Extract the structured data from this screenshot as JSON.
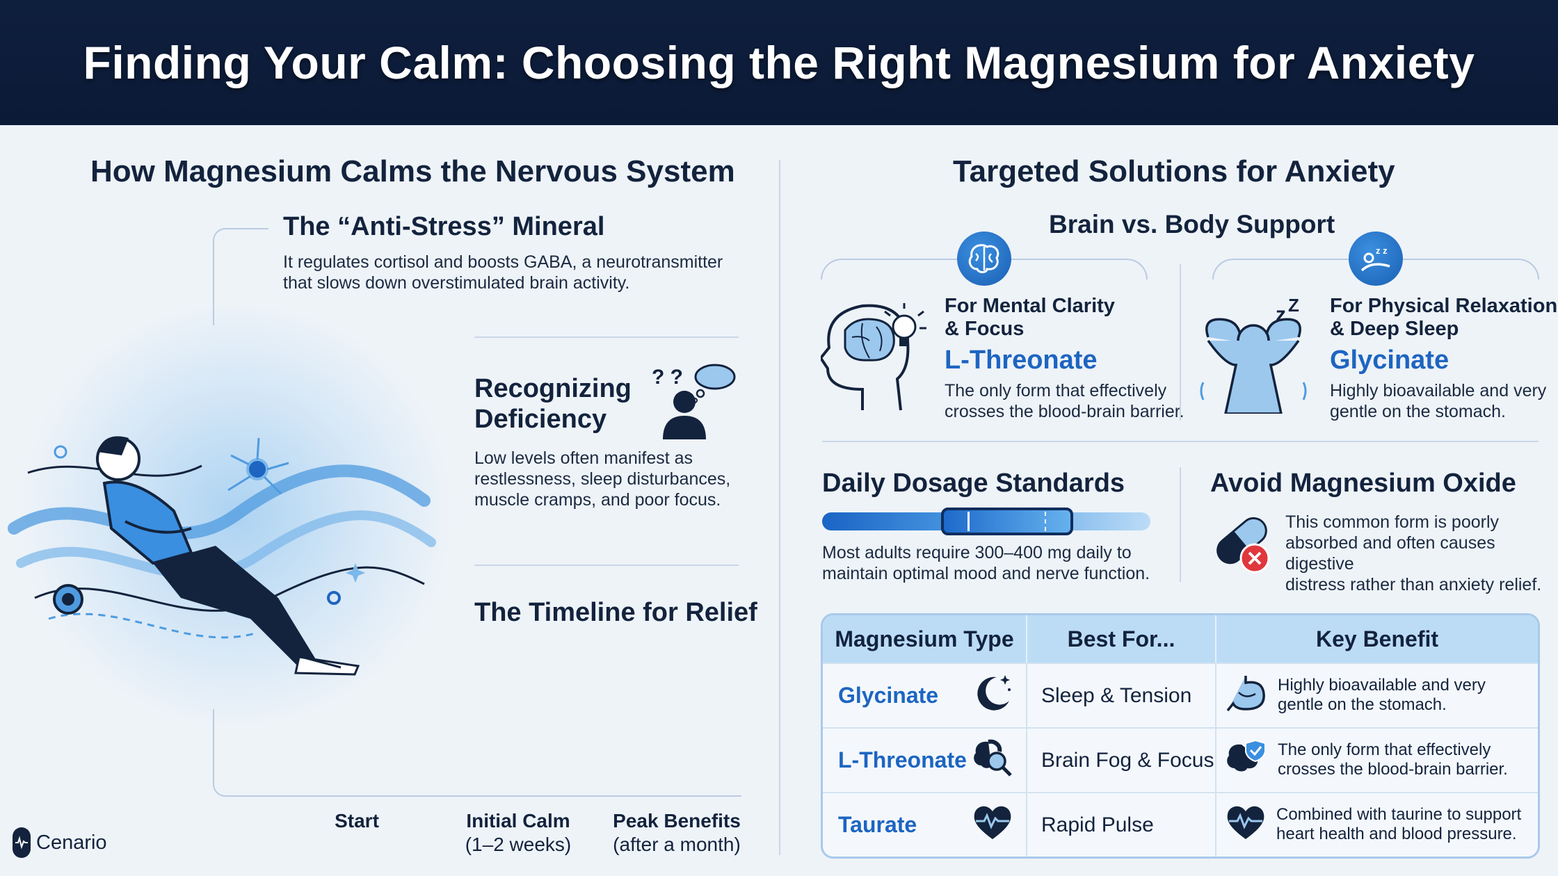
{
  "header": {
    "title": "Finding Your Calm: Choosing the Right Magnesium for Anxiety"
  },
  "left": {
    "heading": "How Magnesium Calms the Nervous System",
    "anti_stress": {
      "title": "The “Anti-Stress” Mineral",
      "text_line1": "It regulates cortisol and boosts GABA, a neurotransmitter",
      "text_line2": "that slows down overstimulated brain activity."
    },
    "deficiency": {
      "title_line1": "Recognizing",
      "title_line2": "Deficiency",
      "text_line1": "Low levels often manifest as",
      "text_line2": "restlessness, sleep disturbances,",
      "text_line3": "muscle cramps, and poor focus.",
      "question_marks": "? ?"
    },
    "timeline": {
      "title": "The Timeline for Relief",
      "stages": [
        {
          "label": "Start",
          "sub": ""
        },
        {
          "label": "Initial Calm",
          "sub": "(1–2 weeks)"
        },
        {
          "label": "Peak Benefits",
          "sub": "(after a month)"
        }
      ]
    },
    "brand": "Cenario"
  },
  "right": {
    "heading": "Targeted Solutions for Anxiety",
    "subheading": "Brain vs. Body Support",
    "mental": {
      "title_line1": "For Mental Clarity",
      "title_line2": "& Focus",
      "form": "L-Threonate",
      "text_line1": "The only form that effectively",
      "text_line2": "crosses the blood-brain barrier."
    },
    "physical": {
      "title_line1": "For Physical Relaxation",
      "title_line2": "& Deep Sleep",
      "form": "Glycinate",
      "text_line1": "Highly bioavailable and very",
      "text_line2": "gentle on the stomach."
    },
    "dosage": {
      "title": "Daily Dosage Standards",
      "text_line1": "Most adults require 300–400 mg daily to",
      "text_line2": "maintain optimal mood and nerve function."
    },
    "oxide": {
      "title": "Avoid Magnesium Oxide",
      "text_line1": "This common form is poorly",
      "text_line2": "absorbed and often causes digestive",
      "text_line3": "distress rather than anxiety relief."
    },
    "table": {
      "headers": [
        "Magnesium Type",
        "Best For...",
        "Key Benefit"
      ],
      "rows": [
        {
          "type": "Glycinate",
          "type_icon": "moon-icon",
          "best": "Sleep & Tension",
          "benefit_icon": "stomach-icon",
          "benefit_line1": "Highly bioavailable and very",
          "benefit_line2": "gentle on the stomach."
        },
        {
          "type": "L-Threonate",
          "type_icon": "brain-magnifier-icon",
          "best": "Brain Fog & Focus",
          "benefit_icon": "brain-shield-icon",
          "benefit_line1": "The only form that effectively",
          "benefit_line2": "crosses the blood-brain barrier."
        },
        {
          "type": "Taurate",
          "type_icon": "heart-pulse-icon",
          "best": "Rapid Pulse",
          "benefit_icon": "heart-pulse-icon",
          "benefit_line1": "Combined with taurine to support",
          "benefit_line2": "heart health and blood pressure."
        }
      ]
    }
  },
  "colors": {
    "navy": "#0e1f3e",
    "accent_blue": "#1d65c1",
    "light_blue": "#bcdcf6",
    "warning_red": "#e0373d"
  }
}
